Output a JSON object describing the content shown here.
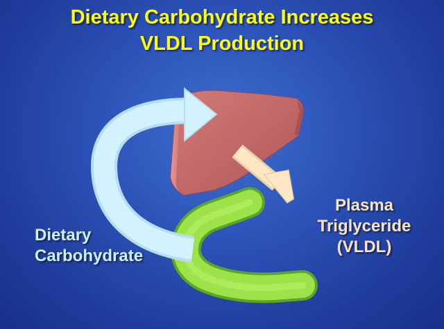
{
  "title": {
    "line1": "Dietary Carbohydrate Increases",
    "line2": "VLDL Production"
  },
  "labels": {
    "carbohydrate_line1": "Dietary",
    "carbohydrate_line2": "Carbohydrate",
    "triglyceride_line1": "Plasma",
    "triglyceride_line2": "Triglyceride",
    "triglyceride_line3": "(VLDL)"
  },
  "colors": {
    "title": "#ffff00",
    "liver": "#c46868",
    "intestine": "#9ee24a",
    "carb_arrow": "#d3f2ff",
    "output_arrow": "#fde7c4",
    "carb_label": "#cfefff",
    "tg_label": "#f9e3c2"
  },
  "icons": {
    "liver": "liver-shape",
    "intestine": "intestine-shape"
  }
}
